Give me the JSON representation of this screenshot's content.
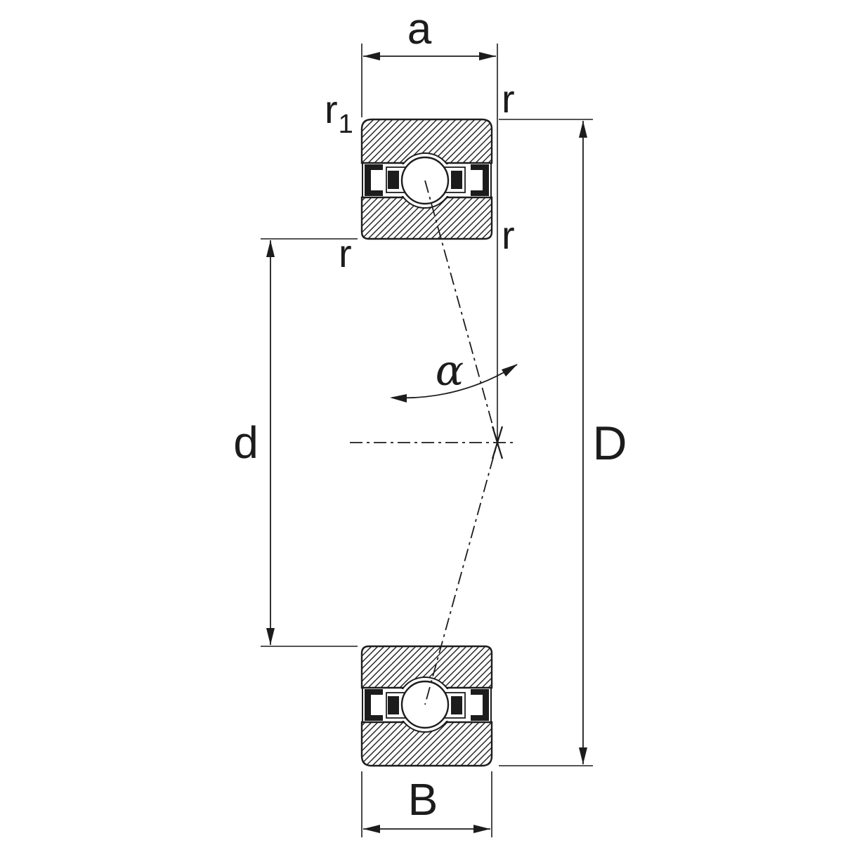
{
  "drawing": {
    "colors": {
      "line": "#1c1c1c",
      "background": "#ffffff"
    },
    "labels": {
      "width_top": "a",
      "corner_radius_1_base": "r",
      "corner_radius_1_sub": "1",
      "corner_radius_top_right": "r",
      "corner_radius_right_mid": "r",
      "corner_radius_left_mid": "r",
      "contact_angle": "α",
      "bore_diameter": "d",
      "outer_diameter": "D",
      "width_bottom": "B"
    }
  }
}
